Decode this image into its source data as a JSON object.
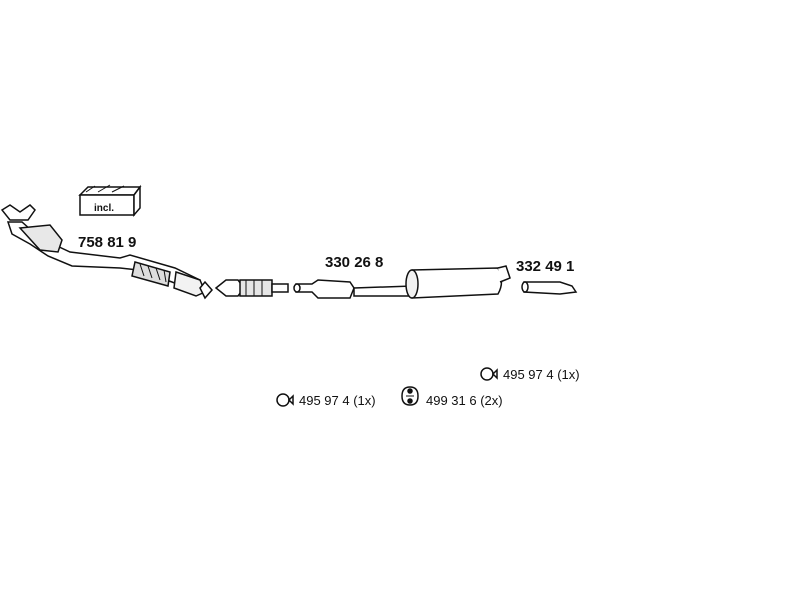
{
  "kit": {
    "incl_label": "incl."
  },
  "parts": {
    "front_pipe": "758 81 9",
    "middle_silencer": "330 26 8",
    "tail_pipe": "332 49 1"
  },
  "hardware": [
    {
      "label": "495 97 4 (1x)",
      "icon": "clamp-ring-icon"
    },
    {
      "label": "495 97 4 (1x)",
      "icon": "clamp-ring-icon"
    },
    {
      "label": "499 31 6 (2x)",
      "icon": "rubber-mount-icon"
    }
  ]
}
